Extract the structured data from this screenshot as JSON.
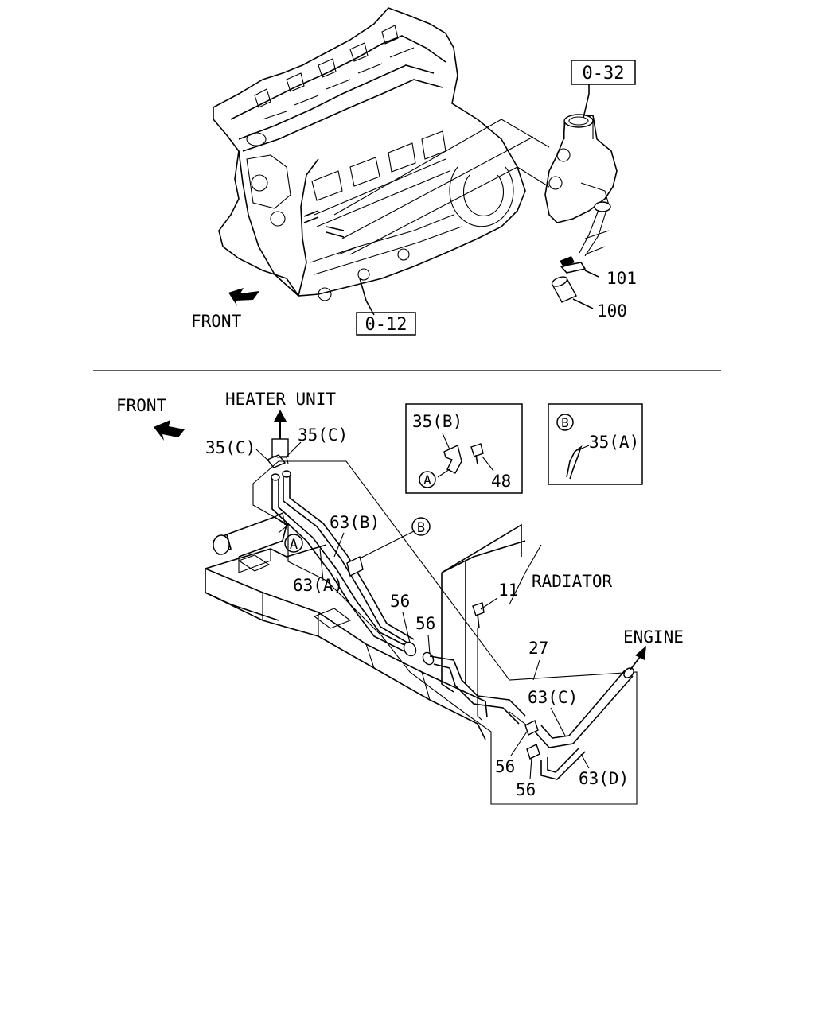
{
  "upper": {
    "front_label": "FRONT",
    "ref_top": "0-32",
    "ref_bottom": "0-12",
    "callouts": [
      "101",
      "100"
    ]
  },
  "lower": {
    "front_label": "FRONT",
    "heater_label": "HEATER UNIT",
    "radiator_label": "RADIATOR",
    "engine_label": "ENGINE",
    "circle_a": "A",
    "circle_b": "B",
    "callouts": {
      "c35c_left": "35(C)",
      "c35c_right": "35(C)",
      "c63b": "63(B)",
      "c63a": "63(A)",
      "c56_a": "56",
      "c56_b": "56",
      "c11": "11",
      "c27": "27",
      "c63c": "63(C)",
      "c56_c": "56",
      "c56_d": "56",
      "c63d": "63(D)"
    },
    "inset_1": {
      "part": "35(B)",
      "bolt": "48",
      "circle": "A"
    },
    "inset_2": {
      "part": "35(A)",
      "circle": "B"
    }
  }
}
